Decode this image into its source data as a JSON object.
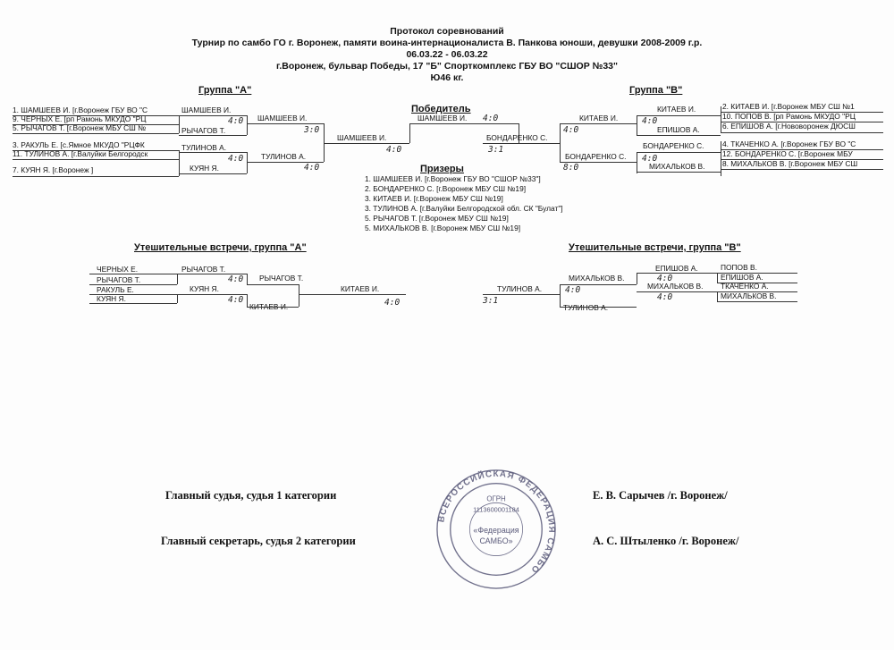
{
  "header": {
    "line1": "Протокол соревнований",
    "line2": "Турнир по самбо ГО г. Воронеж, памяти воина-интернационалиста  В. Панкова юноши, девушки 2008-2009 г.р.",
    "line3": "06.03.22 - 06.03.22",
    "line4": "г.Воронеж, бульвар Победы, 17 \"Б\" Спорткомплекс ГБУ ВО \"СШОР №33\"",
    "line5": "Ю46 кг."
  },
  "group_a": {
    "title": "Группа  \"А\"",
    "entrants": [
      "1. ШАМШЕЕВ И.   [г.Воронеж  ГБУ ВО \"С",
      "9. ЧЕРНЫХ Е.  [рп Рамонь  МКУДО \"РЦ",
      "5. РЫЧАГОВ Т.  [г.Воронеж  МБУ СШ №",
      "3. РАКУЛЬ Е.  [с.Ямное  МКУДО \"РЦФК",
      "11. ТУЛИНОВ А.  [г.Валуйки Белгородск",
      "7. КУЯН Я.  [г.Воронеж  ]"
    ],
    "r1": [
      "ШАМШЕЕВ И.",
      "РЫЧАГОВ Т.",
      "ТУЛИНОВ А.",
      "КУЯН Я."
    ],
    "r1_scores": [
      "4:0",
      "4:0"
    ],
    "r2": [
      "ШАМШЕЕВ И.",
      "ТУЛИНОВ А."
    ],
    "r2_scores": [
      "3:0",
      "4:0"
    ],
    "final": "ШАМШЕЕВ И.",
    "final_score": "4:0"
  },
  "group_b": {
    "title": "Группа  \"В\"",
    "entrants": [
      "2. КИТАЕВ И.  [г.Воронеж  МБУ СШ №1",
      "10. ПОПОВ В.  [рп Рамонь  МКУДО \"РЦ",
      "6. ЕПИШОВ А.  [г.Нововоронеж  ДЮСШ",
      "4. ТКАЧЕНКО А.  [г.Воронеж  ГБУ ВО \"С",
      "12. БОНДАРЕНКО С.  [г.Воронеж  МБУ",
      "8. МИХАЛЬКОВ В.  [г.Воронеж  МБУ СШ"
    ],
    "r1": [
      "КИТАЕВ И.",
      "ЕПИШОВ А.",
      "БОНДАРЕНКО С.",
      "МИХАЛЬКОВ В."
    ],
    "r1_scores": [
      "4:0",
      "4:0"
    ],
    "r2": [
      "КИТАЕВ И.",
      "БОНДАРЕНКО С."
    ],
    "r2_scores": [
      "4:0",
      "8:0"
    ],
    "final": "БОНДАРЕНКО С.",
    "final_score": "3:1"
  },
  "winner": {
    "title": "Победитель",
    "name": "ШАМШЕЕВ И.",
    "score": "4:0"
  },
  "prizes": {
    "title": "Призеры",
    "items": [
      "1. ШАМШЕЕВ И.    [г.Воронеж  ГБУ ВО \"СШОР №33\"]",
      "2. БОНДАРЕНКО С.    [г.Воронеж  МБУ СШ №19]",
      "3. КИТАЕВ И.    [г.Воронеж  МБУ СШ №19]",
      "3. ТУЛИНОВ А.    [г.Валуйки Белгородской обл.  СК \"Булат\"]",
      "5. РЫЧАГОВ Т.    [г.Воронеж  МБУ СШ №19]",
      "5. МИХАЛЬКОВ В.    [г.Воронеж  МБУ СШ №19]"
    ]
  },
  "consolation_a": {
    "title": "Утешительные встречи, группа \"А\"",
    "entrants": [
      "ЧЕРНЫХ Е.",
      "РЫЧАГОВ Т.",
      "РАКУЛЬ Е.",
      "КУЯН Я."
    ],
    "r1": [
      "РЫЧАГОВ Т.",
      "КУЯН Я."
    ],
    "r1_scores": [
      "4:0",
      "4:0"
    ],
    "r2": [
      "РЫЧАГОВ Т.",
      "КИТАЕВ И."
    ],
    "final": "КИТАЕВ И.",
    "final_score": "4:0"
  },
  "consolation_b": {
    "title": "Утешительные встречи, группа \"В\"",
    "entrants": [
      "ПОПОВ В.",
      "ЕПИШОВ А.",
      "ТКАЧЕНКО А.",
      "МИХАЛЬКОВ В."
    ],
    "r1": [
      "ЕПИШОВ А.",
      "МИХАЛЬКОВ В."
    ],
    "r1_scores": [
      "4:0",
      "4:0"
    ],
    "r2": [
      "МИХАЛЬКОВ В.",
      "ТУЛИНОВ А."
    ],
    "r2_score": "4:0",
    "final": "ТУЛИНОВ А.",
    "final_score": "3:1"
  },
  "signatures": {
    "chief_judge_label": "Главный судья, судья 1 категории",
    "chief_judge_name": "Е. В. Сарычев /г. Воронеж/",
    "secretary_label": "Главный секретарь, судья 2 категории",
    "secretary_name": "А. С. Штыленко /г. Воронеж/"
  },
  "stamp": {
    "outer_text": "ВСЕРОССИЙСКАЯ ФЕДЕРАЦИЯ САМБО",
    "inner_top": "ОГРН",
    "number": "1113600001184",
    "center1": "«Федерация",
    "center2": "САМБО»"
  },
  "colors": {
    "ink": "#111111",
    "stamp": "#5a5a7a"
  }
}
